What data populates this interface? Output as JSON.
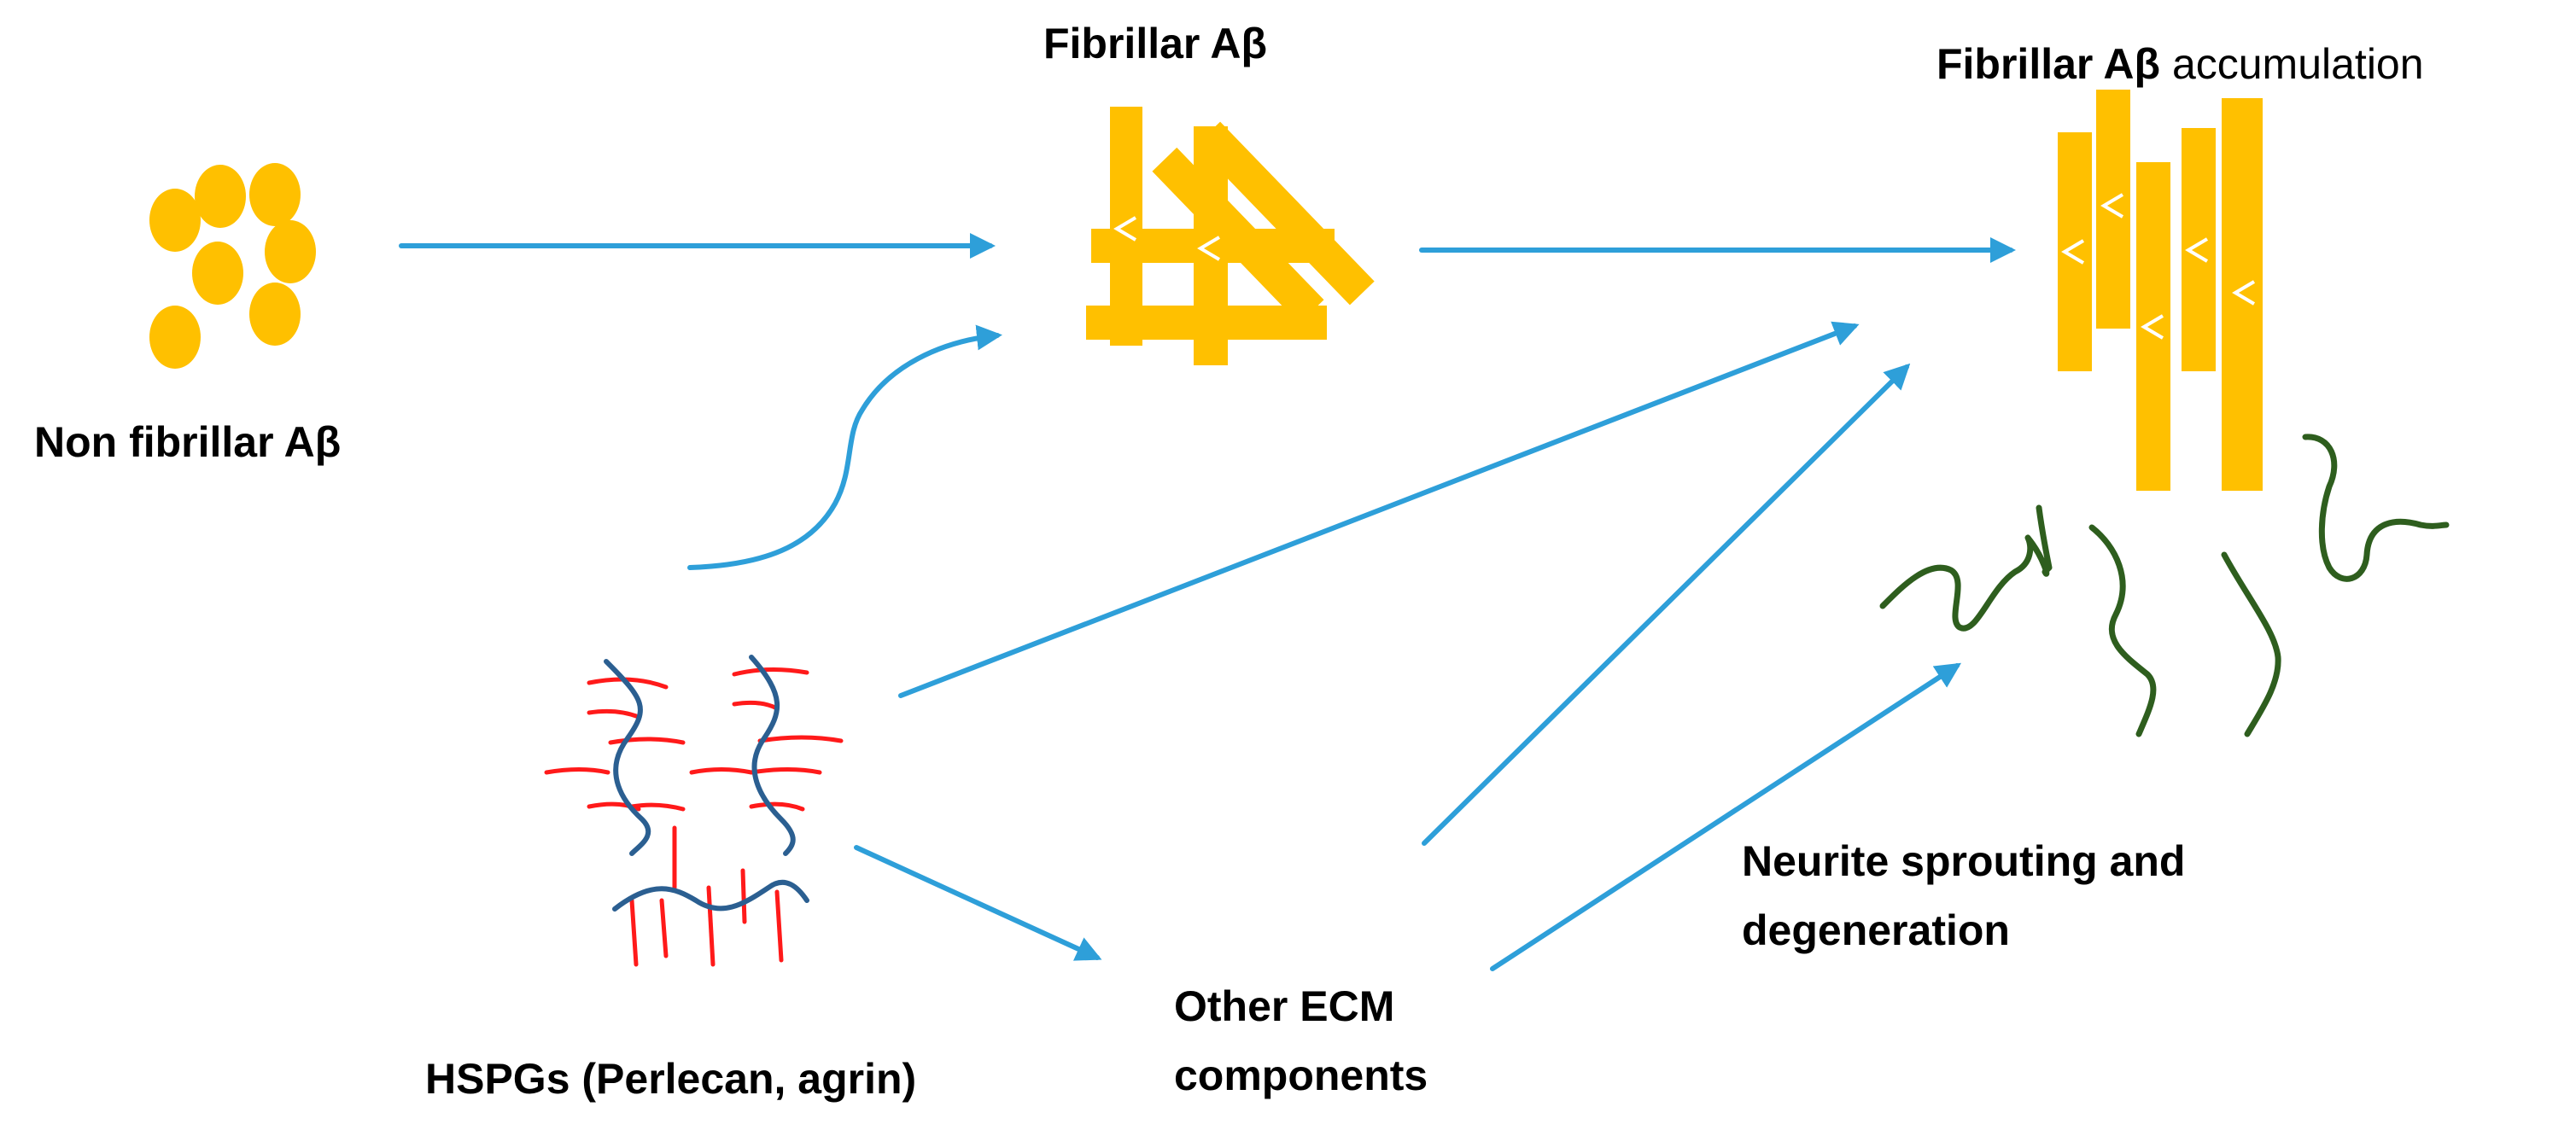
{
  "labels": {
    "non_fibrillar": "Non fibrillar Aβ",
    "fibrillar": "Fibrillar  Aβ",
    "fibrillar_accum_bold": "Fibrillar  Aβ",
    "fibrillar_accum_rest": " accumulation",
    "hspgs": "HSPGs (Perlecan, agrin)",
    "ecm_line1": "Other ECM",
    "ecm_line2": "components",
    "neurite_line1": "Neurite sprouting and",
    "neurite_line2": "degeneration"
  },
  "colors": {
    "amyloid": "#FFC000",
    "arrow": "#2E9FD9",
    "hspg_core": "#2B5F91",
    "hspg_chain": "#FF1A1A",
    "neurite": "#2E5E1E",
    "text": "#000000"
  }
}
